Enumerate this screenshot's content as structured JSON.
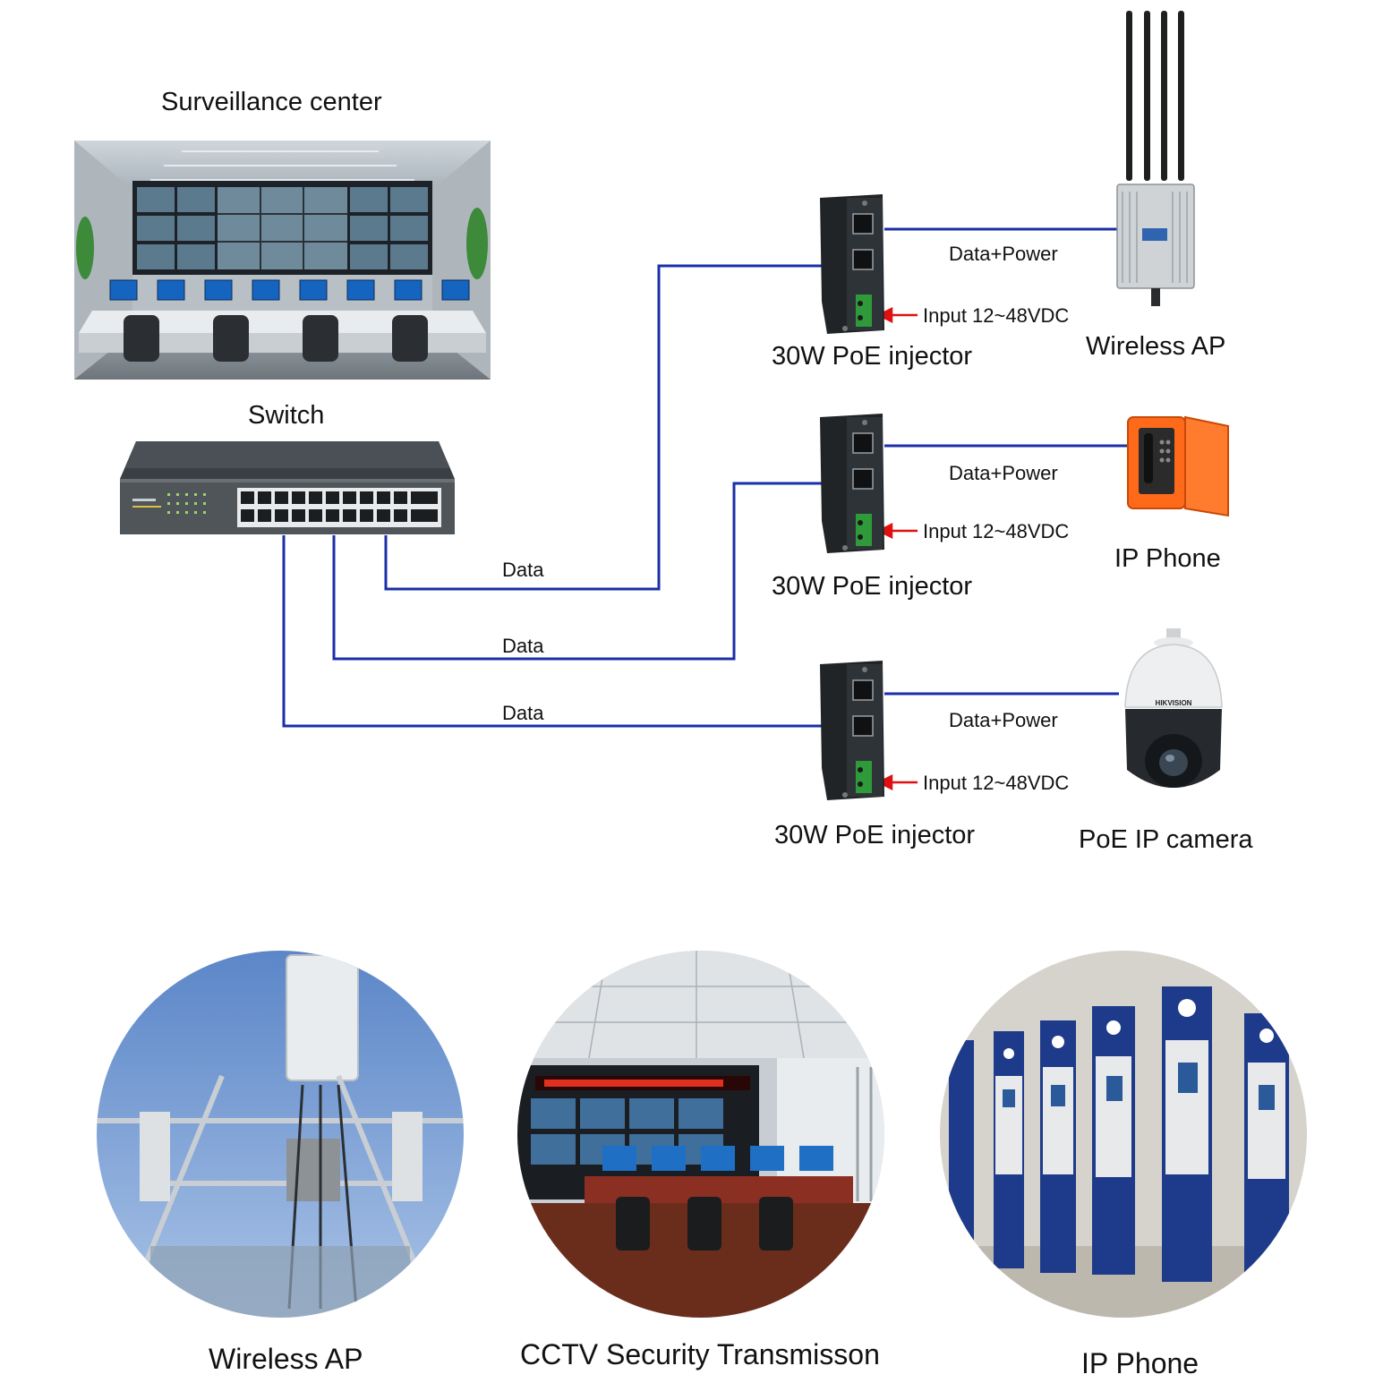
{
  "header": {
    "surveillance_center": "Surveillance center",
    "switch": "Switch"
  },
  "links": {
    "data_label": "Data",
    "data_power_label": "Data+Power",
    "input_label": "Input 12~48VDC",
    "injector_label": "30W PoE injector"
  },
  "devices": {
    "wireless_ap": "Wireless AP",
    "ip_phone": "IP Phone",
    "ip_camera": "PoE IP camera",
    "camera_brand": "HIKVISION"
  },
  "applications": [
    {
      "label": "Wireless AP"
    },
    {
      "label": "CCTV Security Transmisson"
    },
    {
      "label": "IP  Phone"
    }
  ],
  "colors": {
    "cable": "#1a2fa8",
    "power_arrow": "#e01010",
    "terminal": "#2e9a3a",
    "phone_housing": "#ff6a1a"
  }
}
